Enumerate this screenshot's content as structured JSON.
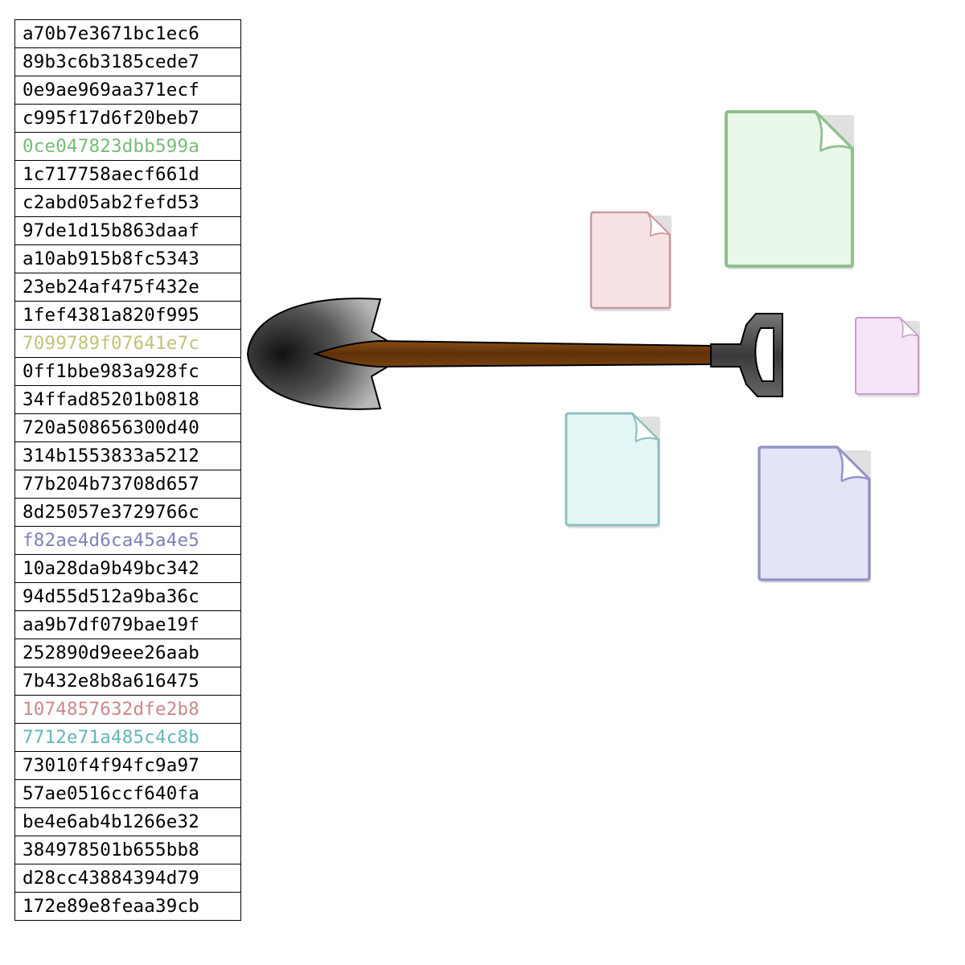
{
  "hash_list": [
    {
      "text": "a70b7e3671bc1ec6",
      "color": "#000000"
    },
    {
      "text": "89b3c6b3185cede7",
      "color": "#000000"
    },
    {
      "text": "0e9ae969aa371ecf",
      "color": "#000000"
    },
    {
      "text": "c995f17d6f20beb7",
      "color": "#000000"
    },
    {
      "text": "0ce047823dbb599a",
      "color": "#77bb77"
    },
    {
      "text": "1c717758aecf661d",
      "color": "#000000"
    },
    {
      "text": "c2abd05ab2fefd53",
      "color": "#000000"
    },
    {
      "text": "97de1d15b863daaf",
      "color": "#000000"
    },
    {
      "text": "a10ab915b8fc5343",
      "color": "#000000"
    },
    {
      "text": "23eb24af475f432e",
      "color": "#000000"
    },
    {
      "text": "1fef4381a820f995",
      "color": "#000000"
    },
    {
      "text": "7099789f07641e7c",
      "color": "#c2c27a"
    },
    {
      "text": "0ff1bbe983a928fc",
      "color": "#000000"
    },
    {
      "text": "34ffad85201b0818",
      "color": "#000000"
    },
    {
      "text": "720a508656300d40",
      "color": "#000000"
    },
    {
      "text": "314b1553833a5212",
      "color": "#000000"
    },
    {
      "text": "77b204b73708d657",
      "color": "#000000"
    },
    {
      "text": "8d25057e3729766c",
      "color": "#000000"
    },
    {
      "text": "f82ae4d6ca45a4e5",
      "color": "#7f80b8"
    },
    {
      "text": "10a28da9b49bc342",
      "color": "#000000"
    },
    {
      "text": "94d55d512a9ba36c",
      "color": "#000000"
    },
    {
      "text": "aa9b7df079bae19f",
      "color": "#000000"
    },
    {
      "text": "252890d9eee26aab",
      "color": "#000000"
    },
    {
      "text": "7b432e8b8a616475",
      "color": "#000000"
    },
    {
      "text": "1074857632dfe2b8",
      "color": "#cc8888"
    },
    {
      "text": "7712e71a485c4c8b",
      "color": "#66b5b5"
    },
    {
      "text": "73010f4f94fc9a97",
      "color": "#000000"
    },
    {
      "text": "57ae0516ccf640fa",
      "color": "#000000"
    },
    {
      "text": "be4e6ab4b1266e32",
      "color": "#000000"
    },
    {
      "text": "384978501b655bb8",
      "color": "#000000"
    },
    {
      "text": "d28cc43884394d79",
      "color": "#000000"
    },
    {
      "text": "172e89e8feaa39cb",
      "color": "#000000"
    }
  ],
  "icons": {
    "shovel": "shovel-icon",
    "documents": [
      {
        "name": "green-document-icon",
        "border": "#8fc08f",
        "fill": "#e8f7e8"
      },
      {
        "name": "red-document-icon",
        "border": "#c99a9a",
        "fill": "#f7e3e3"
      },
      {
        "name": "magenta-document-icon",
        "border": "#c79bc9",
        "fill": "#f6e4f7"
      },
      {
        "name": "cyan-document-icon",
        "border": "#8fbdbd",
        "fill": "#e2f6f6"
      },
      {
        "name": "blue-document-icon",
        "border": "#9494c6",
        "fill": "#e4e4f7"
      }
    ]
  }
}
